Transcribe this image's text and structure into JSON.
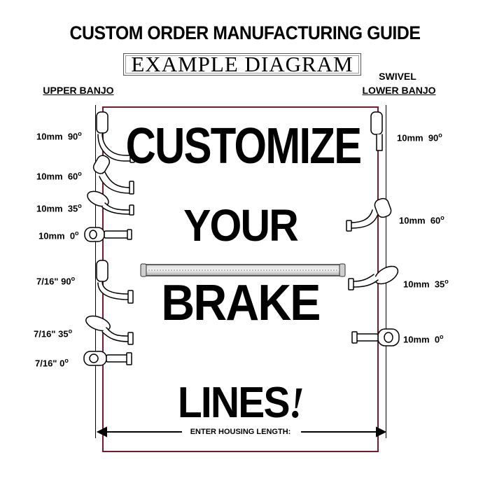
{
  "header": {
    "title": "CUSTOM ORDER MANUFACTURING GUIDE",
    "subtitle": "EXAMPLE DIAGRAM"
  },
  "columns": {
    "upper": "UPPER BANJO",
    "lower_prefix": "SWIVEL",
    "lower": "LOWER BANJO"
  },
  "upper_fittings": [
    {
      "size": "10mm",
      "angle": "90"
    },
    {
      "size": "10mm",
      "angle": "60"
    },
    {
      "size": "10mm",
      "angle": "35"
    },
    {
      "size": "10mm",
      "angle": "0"
    },
    {
      "size": "7/16\"",
      "angle": "90"
    },
    {
      "size": "7/16\"",
      "angle": "35"
    },
    {
      "size": "7/16\"",
      "angle": "0"
    }
  ],
  "lower_fittings": [
    {
      "size": "10mm",
      "angle": "90"
    },
    {
      "size": "10mm",
      "angle": "60"
    },
    {
      "size": "10mm",
      "angle": "35"
    },
    {
      "size": "10mm",
      "angle": "0"
    }
  ],
  "center": {
    "line1": "CUSTOMIZE",
    "line2": "YOUR",
    "line3": "BRAKE",
    "line4": "LINES",
    "exclaim": "!"
  },
  "housing_label": "ENTER HOUSING LENGTH:",
  "colors": {
    "frame": "#7a1b2b",
    "ink": "#000000"
  }
}
